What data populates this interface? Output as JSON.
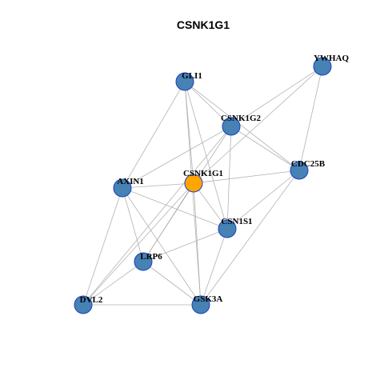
{
  "title": "CSNK1G1",
  "colors": {
    "center_fill": "#ffa500",
    "node_fill": "#4682b4",
    "node_border": "#1f3fbf",
    "edge": "#b3b3b3",
    "background": "#ffffff"
  },
  "nodes": [
    {
      "id": "YWHAQ",
      "label": "YWHAQ",
      "role": "neighbor"
    },
    {
      "id": "GLI1",
      "label": "GLI1",
      "role": "neighbor"
    },
    {
      "id": "CSNK1G2",
      "label": "CSNK1G2",
      "role": "neighbor"
    },
    {
      "id": "CDC25B",
      "label": "CDC25B",
      "role": "neighbor"
    },
    {
      "id": "AXIN1",
      "label": "AXIN1",
      "role": "neighbor"
    },
    {
      "id": "CSNK1G1",
      "label": "CSNK1G1",
      "role": "center"
    },
    {
      "id": "CSN1S1",
      "label": "CSN1S1",
      "role": "neighbor"
    },
    {
      "id": "LRP6",
      "label": "LRP6",
      "role": "neighbor"
    },
    {
      "id": "DVL2",
      "label": "DVL2",
      "role": "neighbor"
    },
    {
      "id": "GSK3A",
      "label": "GSK3A",
      "role": "neighbor"
    }
  ],
  "edges": [
    [
      "GLI1",
      "CSNK1G2"
    ],
    [
      "GLI1",
      "CDC25B"
    ],
    [
      "GLI1",
      "AXIN1"
    ],
    [
      "GLI1",
      "CSNK1G1"
    ],
    [
      "GLI1",
      "CSN1S1"
    ],
    [
      "GLI1",
      "GSK3A"
    ],
    [
      "YWHAQ",
      "CSNK1G2"
    ],
    [
      "YWHAQ",
      "CDC25B"
    ],
    [
      "YWHAQ",
      "CSNK1G1"
    ],
    [
      "CSNK1G2",
      "CDC25B"
    ],
    [
      "CSNK1G2",
      "AXIN1"
    ],
    [
      "CSNK1G2",
      "CSN1S1"
    ],
    [
      "CSNK1G2",
      "LRP6"
    ],
    [
      "CSNK1G2",
      "DVL2"
    ],
    [
      "CDC25B",
      "CSNK1G1"
    ],
    [
      "CDC25B",
      "CSN1S1"
    ],
    [
      "CDC25B",
      "GSK3A"
    ],
    [
      "AXIN1",
      "CSNK1G1"
    ],
    [
      "AXIN1",
      "LRP6"
    ],
    [
      "AXIN1",
      "DVL2"
    ],
    [
      "AXIN1",
      "GSK3A"
    ],
    [
      "AXIN1",
      "CSN1S1"
    ],
    [
      "CSNK1G1",
      "CSN1S1"
    ],
    [
      "CSNK1G1",
      "LRP6"
    ],
    [
      "CSNK1G1",
      "GSK3A"
    ],
    [
      "CSNK1G1",
      "DVL2"
    ],
    [
      "CSN1S1",
      "LRP6"
    ],
    [
      "CSN1S1",
      "GSK3A"
    ],
    [
      "LRP6",
      "GSK3A"
    ],
    [
      "LRP6",
      "DVL2"
    ],
    [
      "DVL2",
      "GSK3A"
    ]
  ]
}
